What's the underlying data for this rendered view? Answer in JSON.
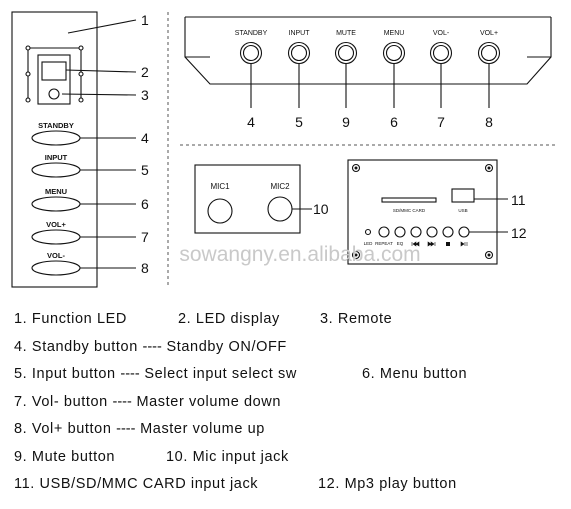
{
  "side_panel": {
    "labels": [
      "STANDBY",
      "INPUT",
      "MENU",
      "VOL+",
      "VOL-"
    ]
  },
  "top_panel": {
    "buttons": [
      "STANDBY",
      "INPUT",
      "MUTE",
      "MENU",
      "VOL-",
      "VOL+"
    ]
  },
  "callouts": {
    "side": [
      "1",
      "2",
      "3",
      "4",
      "5",
      "6",
      "7",
      "8"
    ],
    "top": [
      "4",
      "5",
      "9",
      "6",
      "7",
      "8"
    ],
    "mic": "10",
    "usb": "11",
    "mp3": "12"
  },
  "mic_panel": {
    "mic1": "MIC1",
    "mic2": "MIC2"
  },
  "mp3_panel": {
    "card_label": "SD/MMC CARD",
    "usb_label": "USB",
    "led_label": "LED",
    "repeat_label": "REPEAT",
    "eq_label": "EQ"
  },
  "watermark": "sowangny.en.alibaba.com",
  "legend": {
    "line1": [
      "1. Function  LED",
      "2. LED  display",
      "3. Remote"
    ],
    "line2": {
      "left": "4. Standby  button",
      "sep": "----",
      "right": "Standby ON/OFF"
    },
    "line3": {
      "left": "5.  Input  button",
      "sep": "----",
      "right": "Select  input select sw",
      "extra": "6.  Menu button"
    },
    "line4": {
      "left": "7.  Vol-  button",
      "sep": "----",
      "right": "Master volume down"
    },
    "line5": {
      "left": "8.  Vol+ button",
      "sep": "----",
      "right": "Master volume up"
    },
    "line6": [
      "9.  Mute  button",
      "10.  Mic input jack"
    ],
    "line7": [
      "11.  USB/SD/MMC CARD  input jack",
      "12.  Mp3 play button"
    ]
  }
}
